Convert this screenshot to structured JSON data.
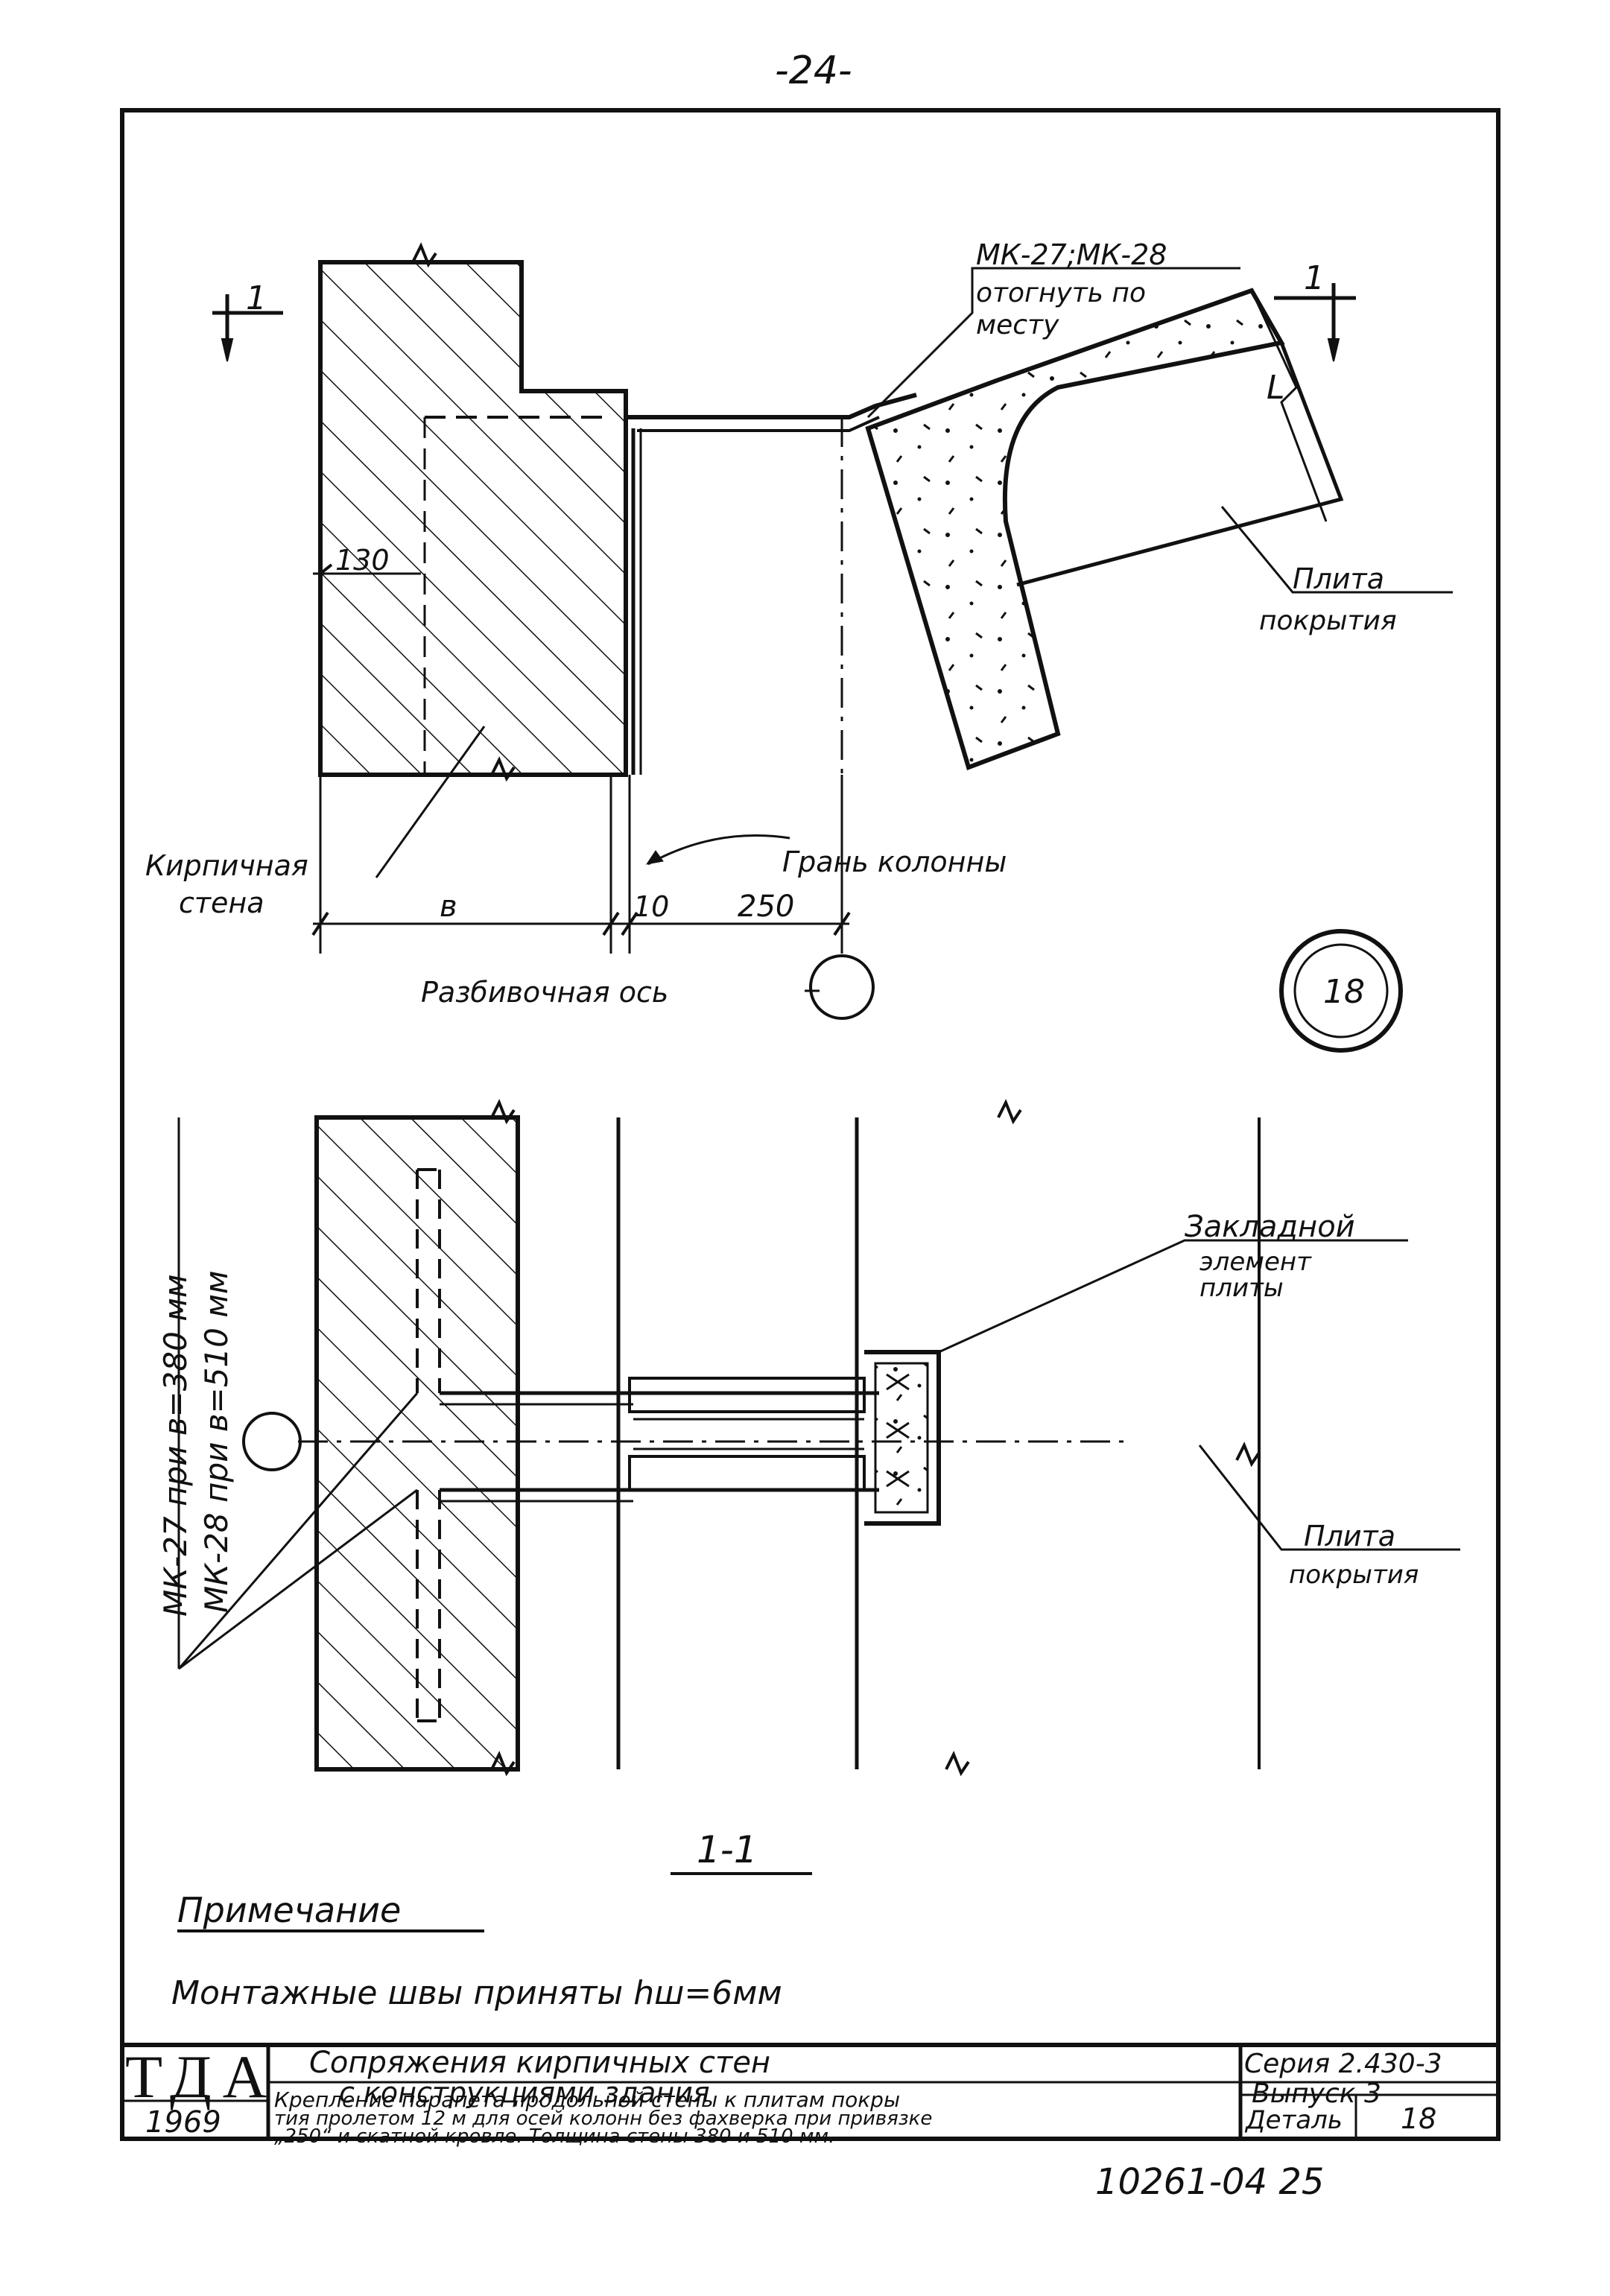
{
  "page_number": "-24-",
  "top_view": {
    "section_mark": "1",
    "label_mk": "МК-27;МК-28",
    "label_bend_1": "отогнуть по",
    "label_bend_2": "месту",
    "dim_130": "130",
    "slab_label_1": "Плита",
    "slab_label_2": "покрытия",
    "wall_label_1": "Кирпичная",
    "wall_label_2": "стена",
    "column_face": "Грань   колонны",
    "dim_b": "в",
    "dim_10": "10",
    "dim_250": "250",
    "axis_label": "Разбивочная ось",
    "detail_number": "18",
    "cut_l": "L"
  },
  "section_view": {
    "vertical_label_1": "МК-27 при в=380 мм",
    "vertical_label_2": "МК-28 при в=510 мм",
    "embedded_label_1": "Закладной",
    "embedded_label_2": "элемент",
    "embedded_label_3": "плиты",
    "slab_label_1": "Плита",
    "slab_label_2": "покрытия",
    "section_title": "1-1"
  },
  "note": {
    "heading": "Примечание",
    "text": "Монтажные   швы   приняты      hш=6мм"
  },
  "title_block": {
    "logo": "ТДА",
    "year": "1969",
    "title_line1": "Сопряжения    кирпичных    стен",
    "title_line2": "с   конструкциями    здания",
    "desc_line1": "Крепление парапета продольной стены к плитам покры",
    "desc_line2": "тия пролетом 12 м для осей колонн без фахверка при привязке",
    "desc_line3": "„250“ и скатной кровле. Толщина стены 380 и 510 мм.",
    "series": "Серия 2.430-3",
    "issue": "Выпуск 3",
    "detail_label": "Деталь",
    "detail_value": "18"
  },
  "sheet_code": "10261-04   25"
}
